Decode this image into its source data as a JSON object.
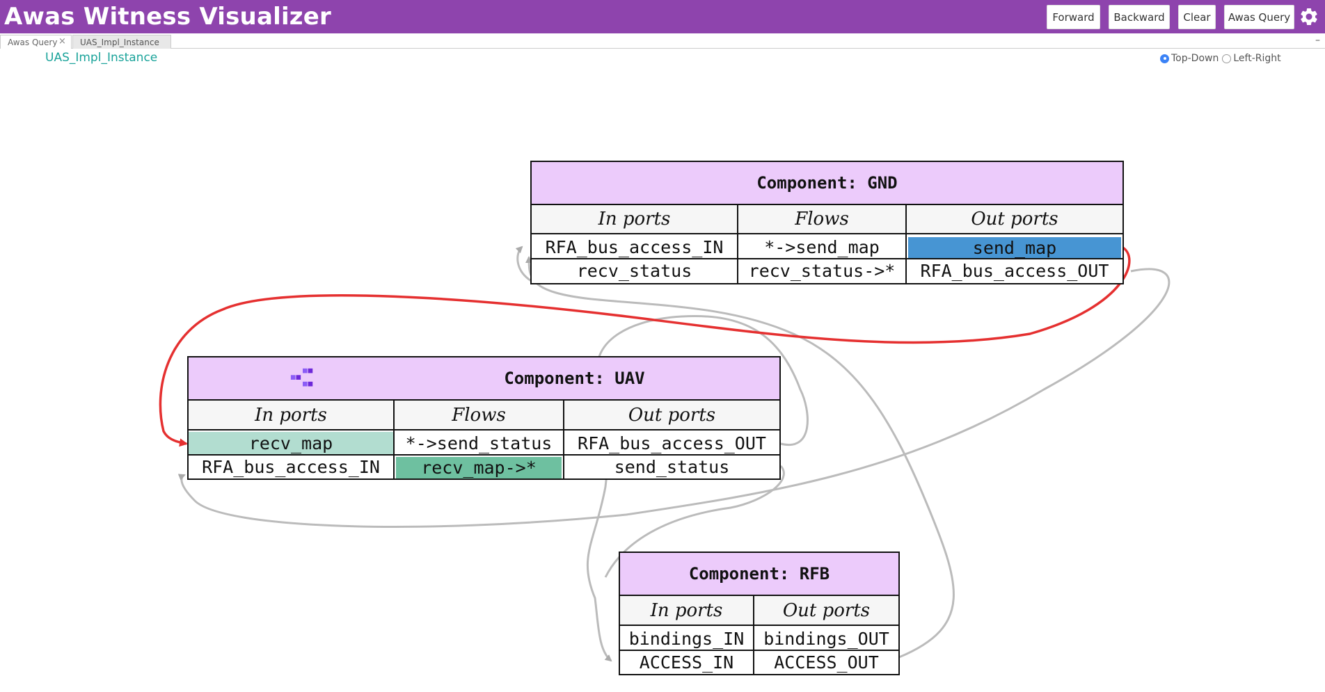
{
  "app": {
    "title": "Awas Witness Visualizer",
    "buttons": [
      "Forward",
      "Backward",
      "Clear",
      "Awas Query"
    ],
    "settings_icon": "gear-icon"
  },
  "tabs": [
    {
      "label": "Awas Query",
      "closable": true
    },
    {
      "label": "UAS_Impl_Instance",
      "closable": false
    }
  ],
  "minimize_label": "–",
  "view": {
    "title": "UAS_Impl_Instance",
    "layout_options": [
      {
        "label": "Top-Down",
        "selected": true
      },
      {
        "label": "Left-Right",
        "selected": false
      }
    ]
  },
  "colors": {
    "header": "#8e44ad",
    "component_header": "#eccbfb",
    "highlight_out": "#4795d3",
    "highlight_in": "#b2ddd0",
    "highlight_flow": "#6ec0a0",
    "witness_edge": "#e53030",
    "edge": "#bbbbbb",
    "title_teal": "#1aa39a"
  },
  "components": {
    "gnd": {
      "title": "Component: GND",
      "col_in": "In ports",
      "col_flows": "Flows",
      "col_out": "Out ports",
      "in_ports": [
        "RFA_bus_access_IN",
        "recv_status"
      ],
      "flows": [
        "*->send_map",
        "recv_status->*"
      ],
      "out_ports": [
        "send_map",
        "RFA_bus_access_OUT"
      ]
    },
    "uav": {
      "title": "Component: UAV",
      "icon": "hierarchy-icon",
      "col_in": "In ports",
      "col_flows": "Flows",
      "col_out": "Out ports",
      "in_ports": [
        "recv_map",
        "RFA_bus_access_IN"
      ],
      "flows": [
        "*->send_status",
        "recv_map->*"
      ],
      "out_ports": [
        "RFA_bus_access_OUT",
        "send_status"
      ]
    },
    "rfb": {
      "title": "Component: RFB",
      "col_in": "In ports",
      "col_out": "Out ports",
      "in_ports": [
        "bindings_IN",
        "ACCESS_IN"
      ],
      "out_ports": [
        "bindings_OUT",
        "ACCESS_OUT"
      ]
    }
  }
}
